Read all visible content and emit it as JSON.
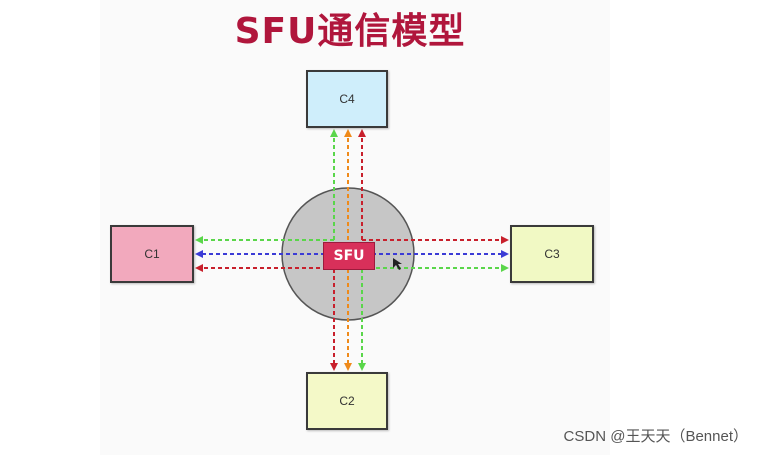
{
  "title": "SFU通信模型",
  "server": {
    "label": "SFU"
  },
  "clients": {
    "c1": "C1",
    "c2": "C2",
    "c3": "C3",
    "c4": "C4"
  },
  "colors": {
    "title": "#b0163c",
    "stream_red": "#c8202c",
    "stream_green": "#5ad64a",
    "stream_orange": "#ef8a1a",
    "stream_blue": "#3b3bd6",
    "sfu_circle": "#c6c6c6"
  },
  "watermark": "CSDN @王天天（Bennet）"
}
